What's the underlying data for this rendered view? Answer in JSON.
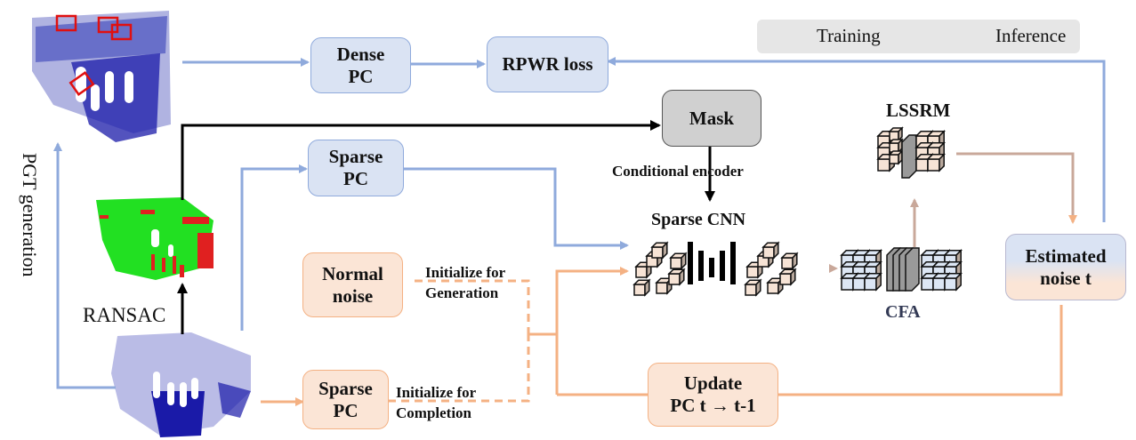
{
  "legend": {
    "training_label": "Training",
    "inference_label": "Inference",
    "training_color": "#8faadc",
    "inference_color": "#f4b183"
  },
  "boxes": {
    "dense_pc": "Dense\nPC",
    "rpwr_loss": "RPWR loss",
    "mask": "Mask",
    "sparse_pc_train": "Sparse\nPC",
    "normal_noise": "Normal\nnoise",
    "sparse_pc_infer": "Sparse\nPC",
    "update": "Update\nPC t → t-1",
    "estimated_noise": "Estimated\nnoise t"
  },
  "labels": {
    "conditional_encoder": "Conditional encoder",
    "sparse_cnn": "Sparse CNN",
    "lssrm": "LSSRM",
    "cfa": "CFA",
    "init_generation": "Initialize for\nGeneration",
    "init_completion": "Initialize for\nCompletion",
    "ransac": "RANSAC",
    "pgt_generation": "PGT generation"
  },
  "images": {
    "dense_point_cloud": "dense-point-cloud",
    "ground_segmented_cloud": "ground-segmented-point-cloud",
    "sparse_point_cloud": "sparse-point-cloud"
  },
  "colors": {
    "blue_fill": "#dae3f3",
    "orange_fill": "#fbe5d6",
    "mask_fill": "#d0d0d0",
    "cube_fill": "#f6e3d5",
    "cfa_cube_fill": "#dce6f4",
    "point_blue": "#1a1aa8",
    "ground_green": "#22e022",
    "object_red": "#e02020"
  }
}
